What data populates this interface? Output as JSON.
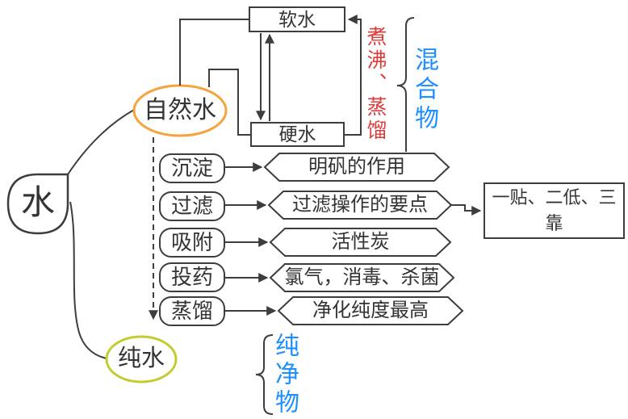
{
  "diagram": {
    "root": {
      "label": "水"
    },
    "natural_water": {
      "label": "自然水"
    },
    "soft_water": {
      "label": "软水"
    },
    "hard_water": {
      "label": "硬水"
    },
    "conversion_label": "煮沸、蒸馏",
    "mixture_label": "混合物",
    "steps": [
      {
        "method": "沉淀",
        "detail": "明矾的作用"
      },
      {
        "method": "过滤",
        "detail": "过滤操作的要点"
      },
      {
        "method": "吸附",
        "detail": "活性炭"
      },
      {
        "method": "投药",
        "detail": "氯气，消毒、杀菌"
      },
      {
        "method": "蒸馏",
        "detail": "净化纯度最高"
      }
    ],
    "filtration_note": "一贴、二低、三靠",
    "pure_water": {
      "label": "纯水"
    },
    "pure_substance_label": "纯净物",
    "colors": {
      "outline": "#3d3d3d",
      "text": "#333333",
      "red_label": "#e03a3c",
      "blue_label": "#1e8fff",
      "natural_water_outline": "#f7a23c",
      "pure_water_outline": "#c3cc2e"
    }
  }
}
